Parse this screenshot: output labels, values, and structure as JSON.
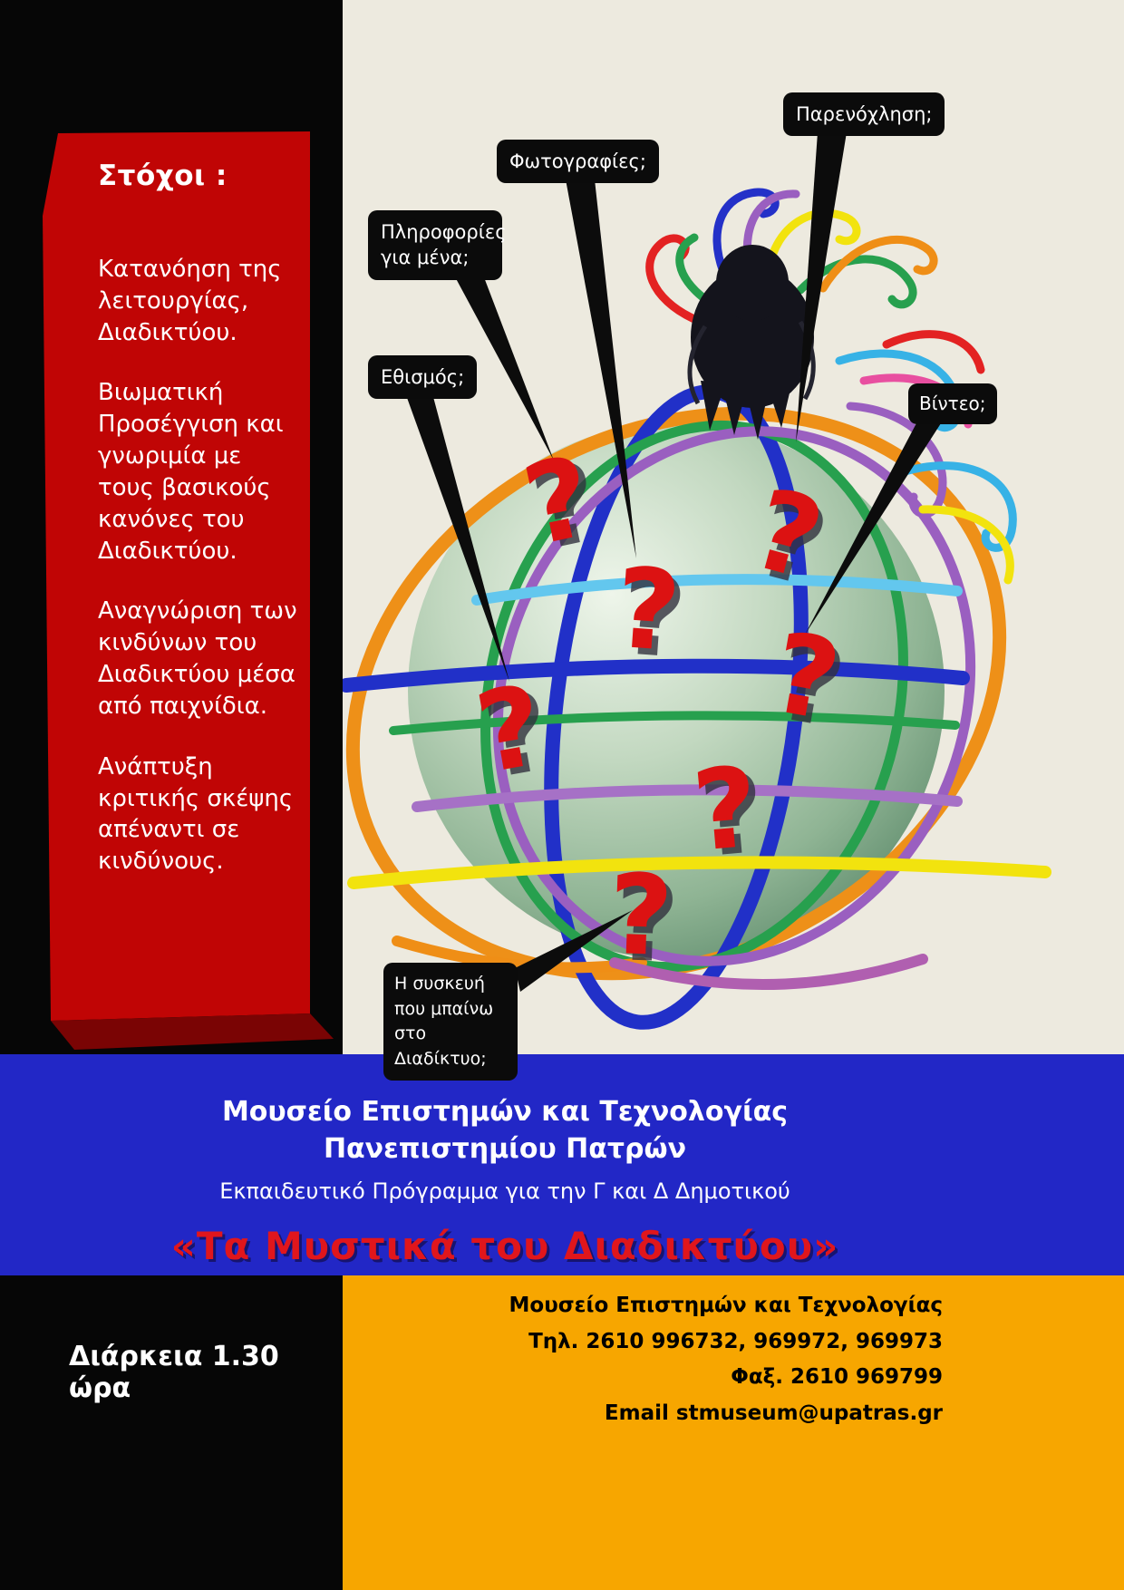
{
  "goals": {
    "title": "Στόχοι :",
    "items": [
      "Κατανόηση της λειτουργίας, Διαδικτύου.",
      "Βιωματική Προσέγγιση και γνωριμία με τους βασικούς κανόνες του Διαδικτύου.",
      "Αναγνώριση των  κινδύνων του Διαδικτύου μέσα από παιχνίδια.",
      "Ανάπτυξη κριτικής σκέψης απέναντι σε κινδύνους."
    ]
  },
  "globe": {
    "qmark_char": "?"
  },
  "callouts": {
    "info": "Πληροφορίες για μένα;",
    "photos": "Φωτογραφίες;",
    "harassment": "Παρενόχληση;",
    "addiction": "Εθισμός;",
    "video": "Βίντεο;",
    "device": "Η συσκευή που μπαίνω  στο Διαδίκτυο;"
  },
  "blue_band": {
    "museum_line1": "Μουσείο  Επιστημών και Τεχνολογίας",
    "museum_line2": "Πανεπιστημίου Πατρών",
    "program": "Εκπαιδευτικό Πρόγραμμα για την Γ και Δ Δημοτικού",
    "title": "«Τα Μυστικά του Διαδικτύου»"
  },
  "footer": {
    "duration": "Διάρκεια  1.30 ώρα",
    "contact_name": "Μουσείο Επιστημών και Τεχνολογίας",
    "phone": "Τηλ. 2610 996732, 969972, 969973",
    "fax": "Φαξ. 2610 969799",
    "email": "Email stmuseum@upatras.gr"
  },
  "colors": {
    "red_panel": "#c00505",
    "blue_band": "#2227c6",
    "orange_band": "#f7a600",
    "question_red": "#dc1212",
    "cream_bg": "#edeadf"
  }
}
